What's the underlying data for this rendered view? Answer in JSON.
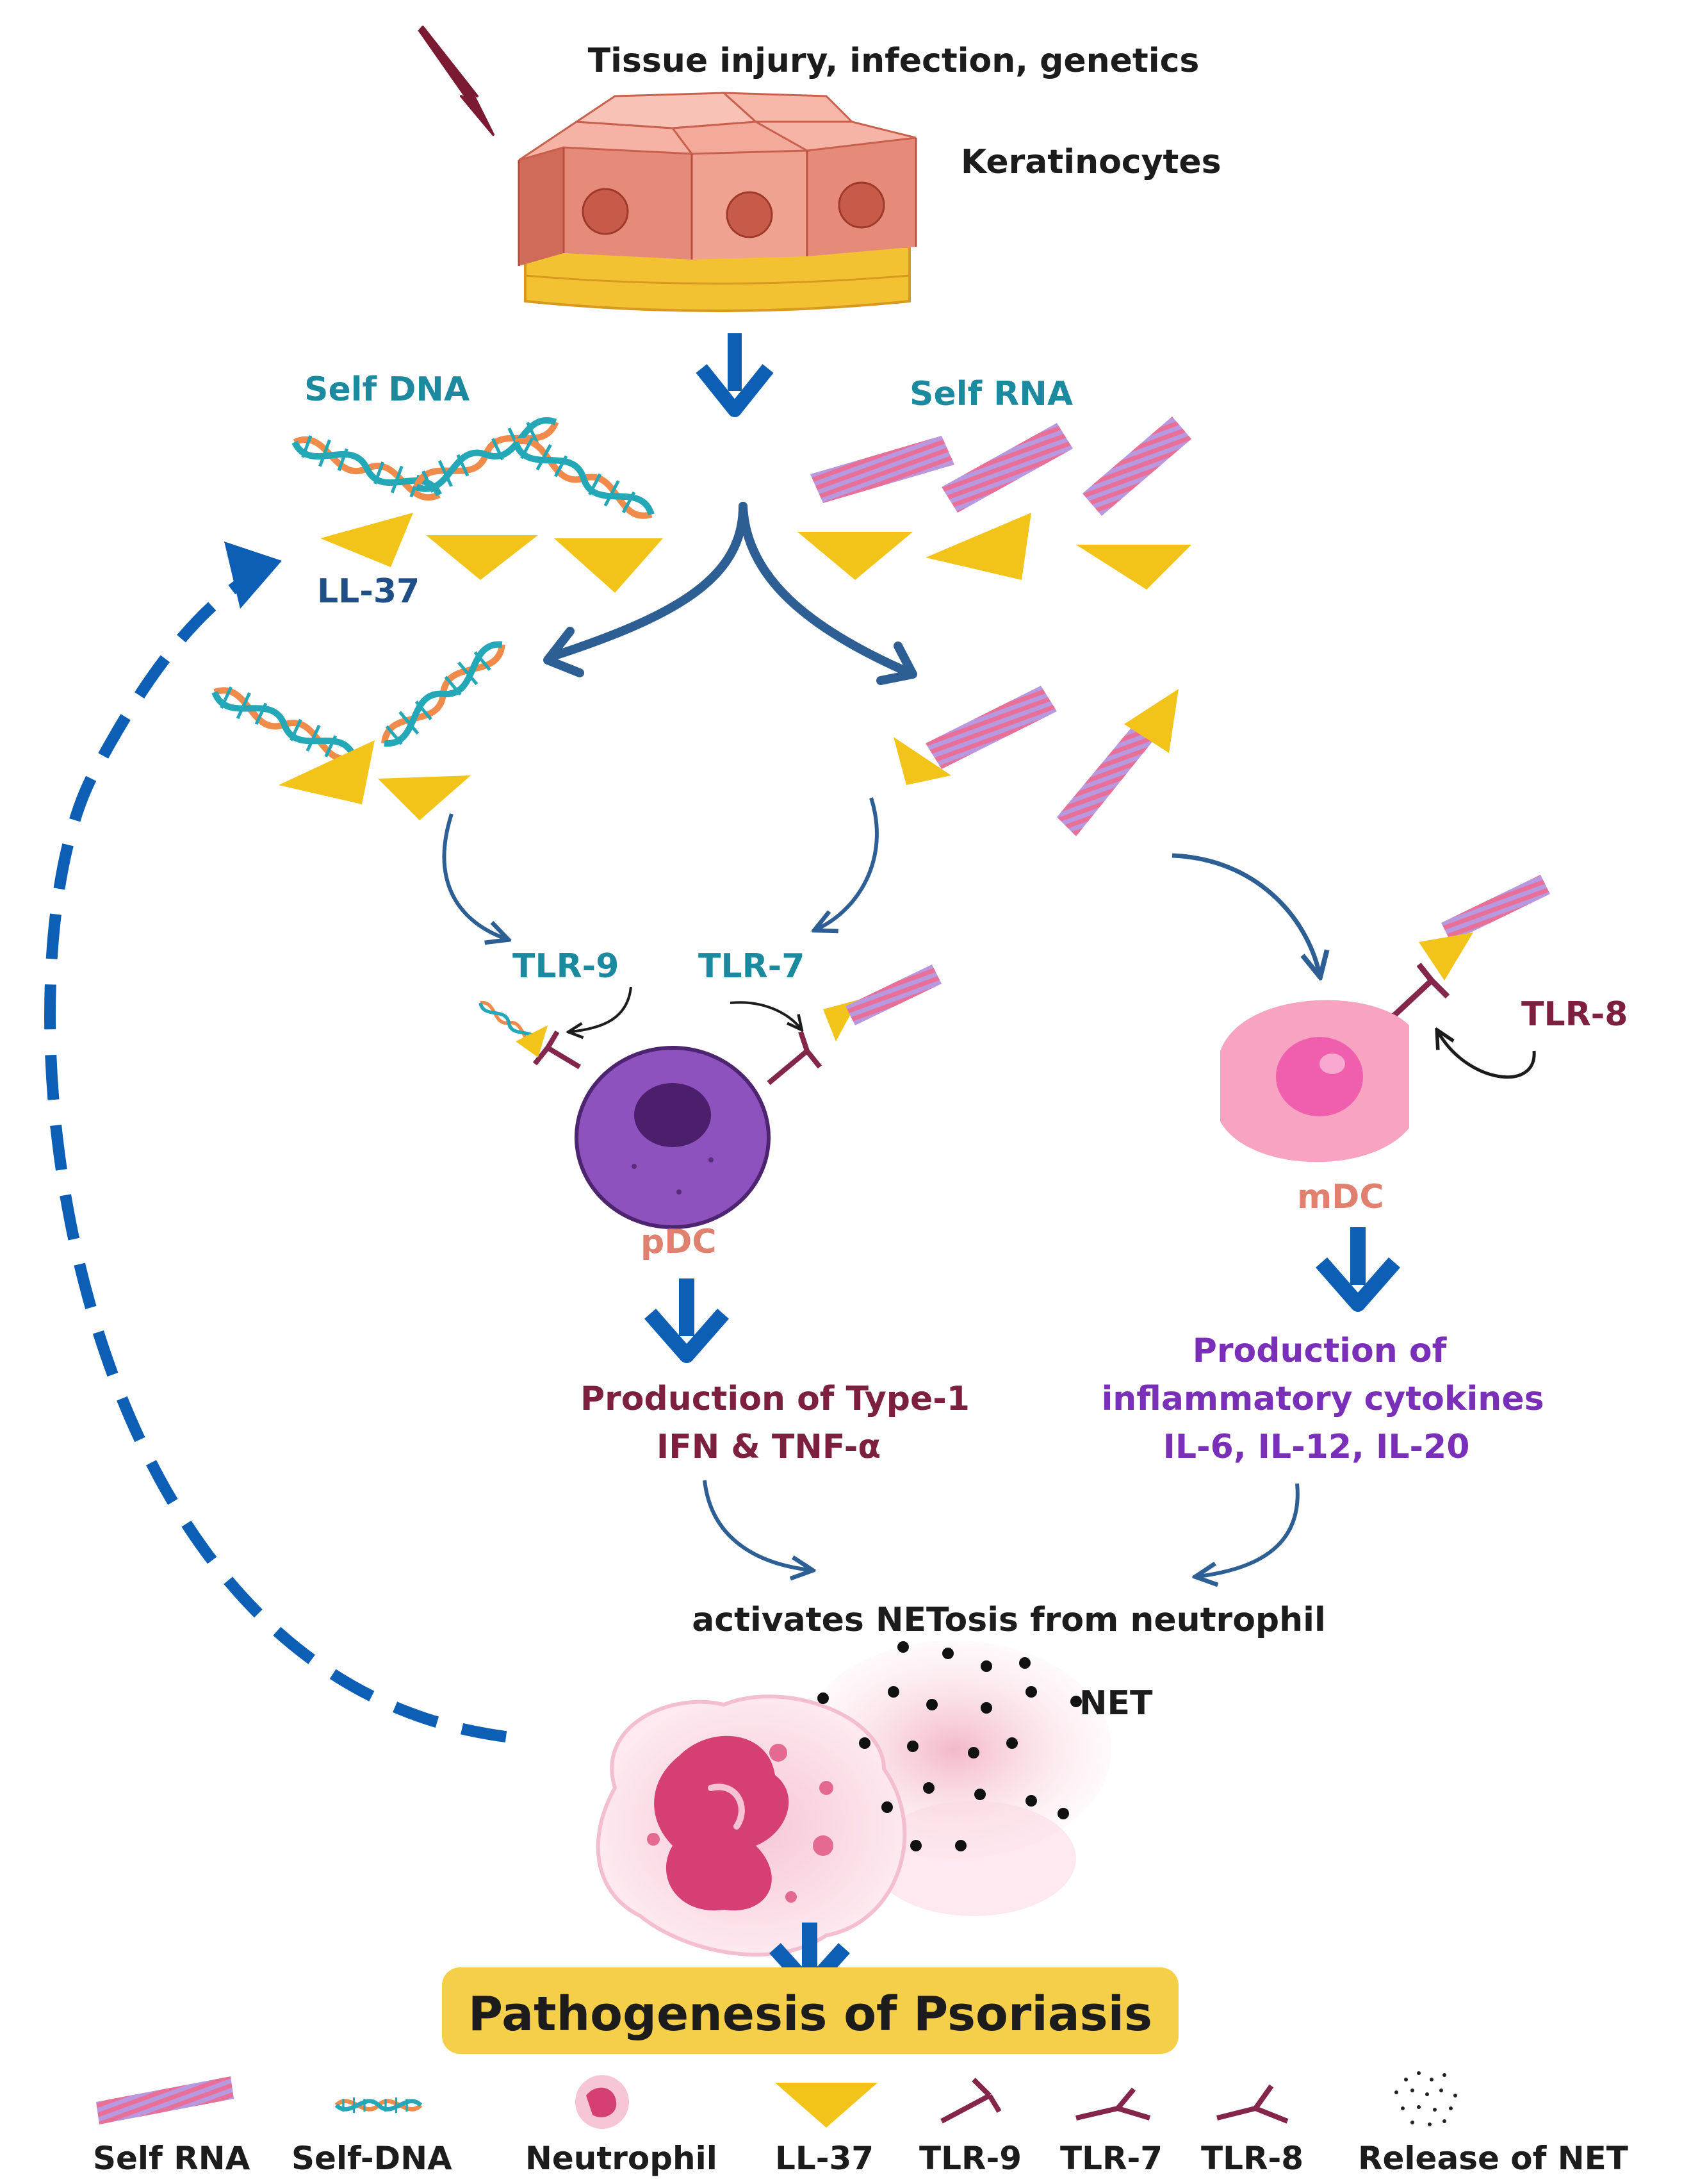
{
  "labels": {
    "trigger": "Tissue injury, infection, genetics",
    "keratinocytes": "Keratinocytes",
    "self_dna": "Self DNA",
    "self_rna": "Self RNA",
    "ll37": "LL-37",
    "tlr9": "TLR-9",
    "tlr7": "TLR-7",
    "tlr8": "TLR-8",
    "pdc": "pDC",
    "mdc": "mDC",
    "pdc_output": [
      "Production of Type-1",
      "IFN & TNF-α"
    ],
    "mdc_output": [
      "Production of",
      "inflammatory cytokines",
      "IL-6, IL-12, IL-20"
    ],
    "netosis": "activates NETosis from neutrophil",
    "net": "NET",
    "title": "Pathogenesis of Psoriasis"
  },
  "legend": [
    {
      "icon": "self-rna-icon",
      "label": "Self RNA"
    },
    {
      "icon": "self-dna-icon",
      "label": "Self-DNA"
    },
    {
      "icon": "neutrophil-icon",
      "label": "Neutrophil"
    },
    {
      "icon": "ll37-icon",
      "label": "LL-37"
    },
    {
      "icon": "tlr9-icon",
      "label": "TLR-9"
    },
    {
      "icon": "tlr7-icon",
      "label": "TLR-7"
    },
    {
      "icon": "tlr8-icon",
      "label": "TLR-8"
    },
    {
      "icon": "net-release-icon",
      "label": "Release of NET"
    }
  ],
  "colors": {
    "arrow_blue": "#0d5fb5",
    "curve_blue": "#2d5f94",
    "triangle_yellow": "#f2c419",
    "dna_orange": "#f08b4b",
    "dna_teal": "#24a7b6",
    "rna_pink": "#e76d95",
    "rna_purple": "#b595dd",
    "pdc_purple": "#8e52bf",
    "mdc_pink": "#f7a3c1",
    "neutrophil_pink": "#d63f73",
    "title_bg": "#f6cf4a",
    "receptor": "#84264b"
  }
}
